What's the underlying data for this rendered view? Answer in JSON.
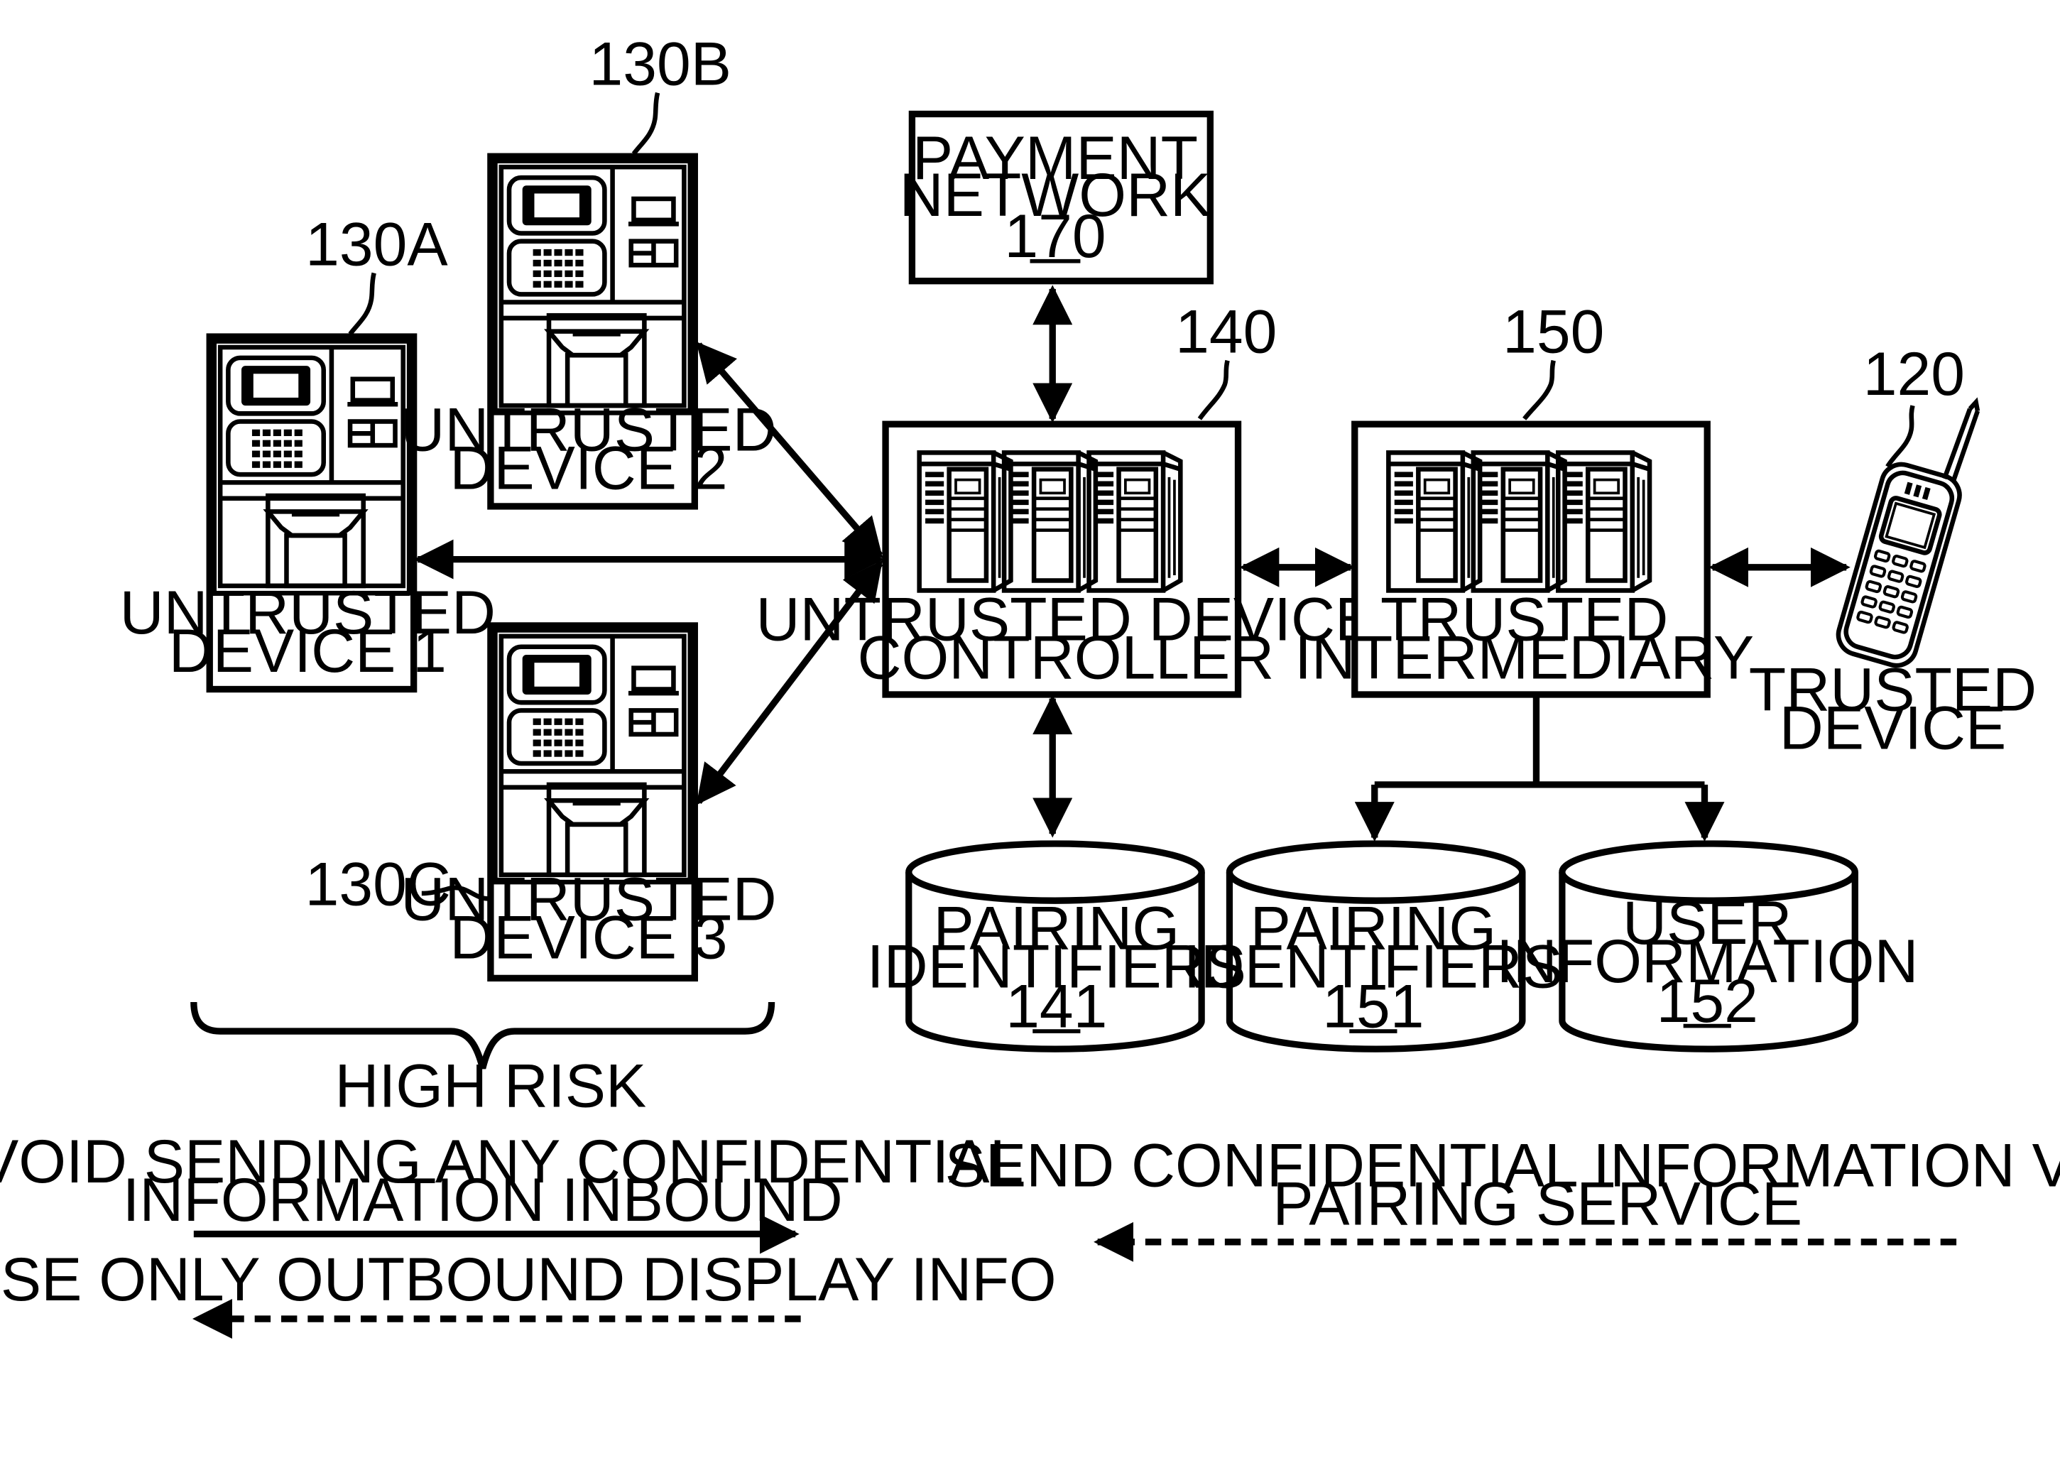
{
  "nodes": {
    "payment_network": {
      "line1": "PAYMENT",
      "line2": "NETWORK",
      "ref": "170"
    },
    "controller": {
      "ref": "140",
      "line1": "UNTRUSTED DEVICE",
      "line2": "CONTROLLER"
    },
    "intermediary": {
      "ref": "150",
      "line1": "TRUSTED",
      "line2": "INTERMEDIARY"
    },
    "trusted_device": {
      "ref": "120",
      "line1": "TRUSTED",
      "line2": "DEVICE"
    },
    "device1": {
      "ref": "130A",
      "line1": "UNTRUSTED",
      "line2": "DEVICE 1"
    },
    "device2": {
      "ref": "130B",
      "line1": "UNTRUSTED",
      "line2": "DEVICE 2"
    },
    "device3": {
      "ref": "130C",
      "line1": "UNTRUSTED",
      "line2": "DEVICE 3"
    },
    "db141": {
      "line1": "PAIRING",
      "line2": "IDENTIFIERS",
      "ref": "141"
    },
    "db151": {
      "line1": "PAIRING",
      "line2": "IDENTIFIERS",
      "ref": "151"
    },
    "db152": {
      "line1": "USER",
      "line2": "INFORMATION",
      "ref": "152"
    }
  },
  "group_label": "HIGH RISK",
  "legend": {
    "avoid_line1": "AVOID SENDING ANY CONFIDENTIAL",
    "avoid_line2": "INFORMATION INBOUND",
    "outbound": "USE ONLY OUTBOUND DISPLAY INFO",
    "send_line1": "SEND CONFIDENTIAL INFORMATION VIA",
    "send_line2": "PAIRING SERVICE"
  }
}
